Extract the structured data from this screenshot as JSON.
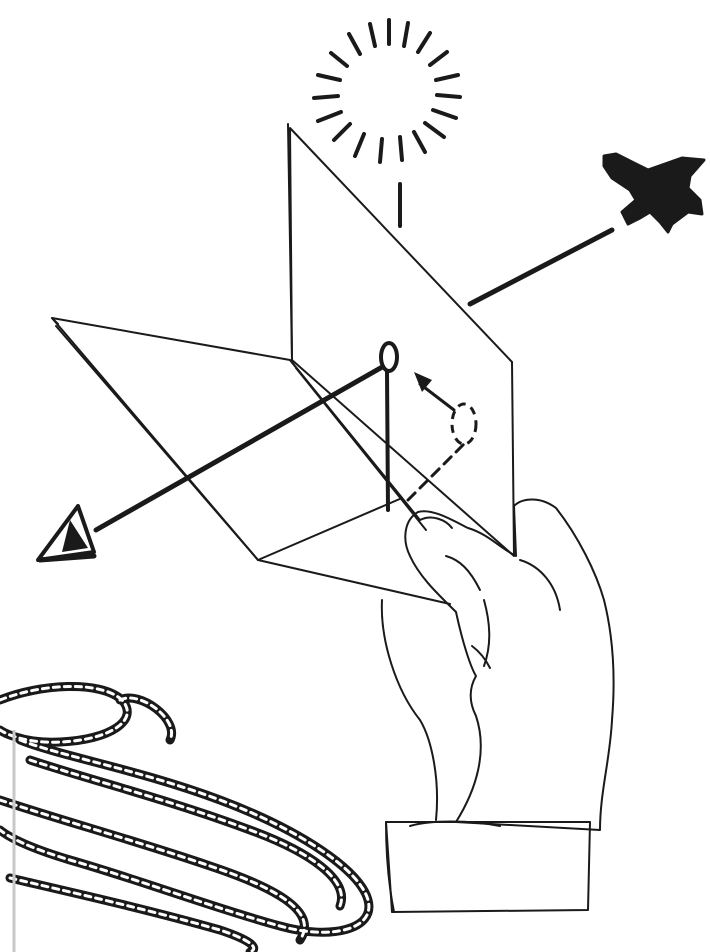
{
  "illustration": {
    "colors": {
      "ink": "#1a1a1a",
      "paper": "#ffffff"
    },
    "elements": [
      "sun-icon",
      "airplane-icon",
      "signal-mirror",
      "sighting-hole",
      "observer-eye-icon",
      "hand",
      "lanyard-cord"
    ]
  }
}
